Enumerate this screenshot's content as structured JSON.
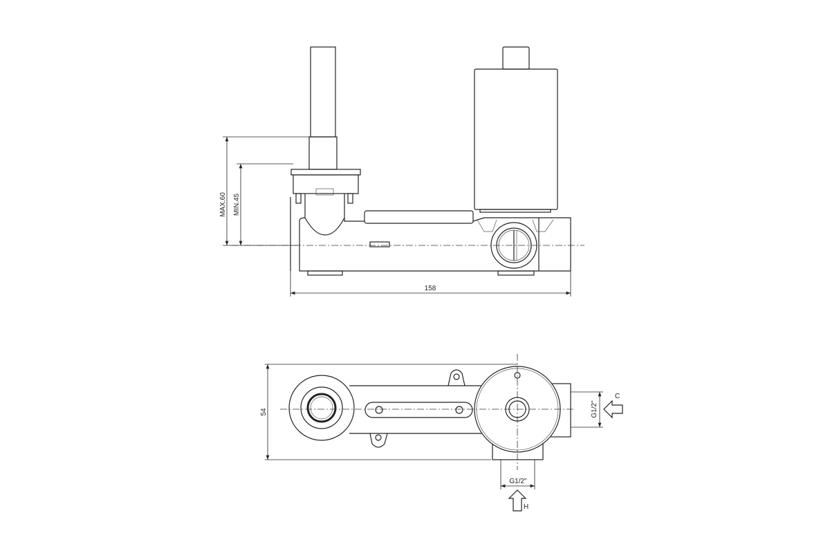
{
  "side_view": {
    "dim_max": "MAX.60",
    "dim_min": "MIN.45",
    "dim_length": "158"
  },
  "top_view": {
    "dim_width": "54",
    "dim_cold_thread": "G1/2\"",
    "dim_hot_thread": "G1/2\"",
    "cold_label": "C",
    "hot_label": "H"
  }
}
